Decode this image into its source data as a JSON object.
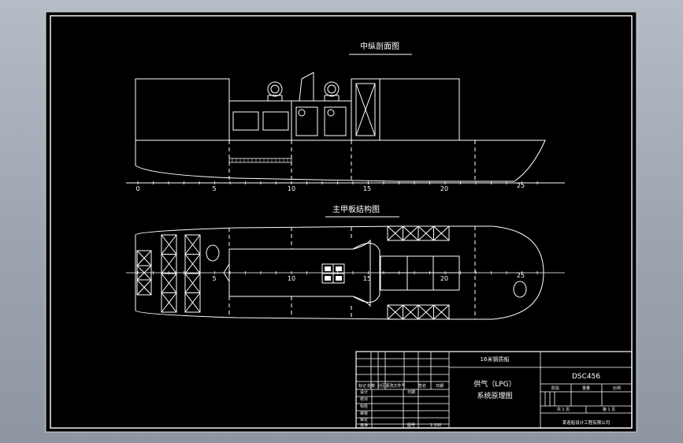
{
  "drawing": {
    "profile_title": "中纵剖面图",
    "deck_title": "主甲板结构图",
    "frame_labels": [
      "0",
      "5",
      "10",
      "15",
      "20",
      "25"
    ]
  },
  "title_block": {
    "project_note": "16米钢质船",
    "drawing_number": "DSC456",
    "drawing_name_line1": "供气（LPG）",
    "drawing_name_line2": "系统原理图",
    "company": "某造船设计工程有限公司",
    "row_labels": [
      "设计",
      "校对",
      "标检",
      "审核",
      "审定",
      "批准"
    ],
    "header_cells": [
      "标记",
      "处数",
      "分区",
      "更改文件号",
      "签名",
      "日期"
    ],
    "misc_cells": [
      "日期",
      "1:100",
      "图号",
      "比例"
    ],
    "right_cells": [
      "阶段",
      "重量",
      "比例",
      "共 1 页",
      "第 1 页"
    ]
  },
  "colors": {
    "paper": "#000000",
    "ink": "#ffffff",
    "hatch": "#c8c8c8"
  }
}
